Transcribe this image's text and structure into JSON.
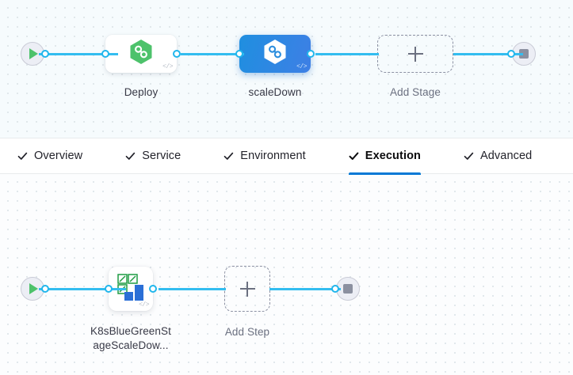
{
  "theme": {
    "accent": "#0278d5",
    "edge_color": "#33bdf0",
    "canvas_bg": "#f6fbfd",
    "selected_stage_bg": "#1f8fe0",
    "harness_green": "#4dc26b"
  },
  "stage_canvas": {
    "start_node": {
      "icon": "play-icon",
      "label": ""
    },
    "end_node": {
      "icon": "stop-icon",
      "label": ""
    },
    "stages": [
      {
        "label": "Deploy",
        "icon": "harness-hexagon-green-icon",
        "badge": "</>",
        "selected": false
      },
      {
        "label": "scaleDown",
        "icon": "harness-hexagon-white-icon",
        "badge": "</>",
        "selected": true
      }
    ],
    "add_stage": {
      "label": "Add Stage",
      "icon": "plus-icon"
    }
  },
  "tabs": {
    "items": [
      {
        "label": "Overview",
        "check": "check-icon",
        "active": false
      },
      {
        "label": "Service",
        "check": "check-icon",
        "active": false
      },
      {
        "label": "Environment",
        "check": "check-icon",
        "active": false
      },
      {
        "label": "Execution",
        "check": "check-icon",
        "active": true
      },
      {
        "label": "Advanced",
        "check": "check-icon",
        "active": false
      }
    ]
  },
  "step_canvas": {
    "start_node": {
      "icon": "play-icon"
    },
    "end_node": {
      "icon": "stop-icon"
    },
    "steps": [
      {
        "label_line1": "K8sBlueGreenSt",
        "label_line2": "ageScaleDow...",
        "icon": "k8s-scale-grid-icon",
        "badge": "</>"
      }
    ],
    "add_step": {
      "label": "Add Step",
      "icon": "plus-icon"
    }
  }
}
